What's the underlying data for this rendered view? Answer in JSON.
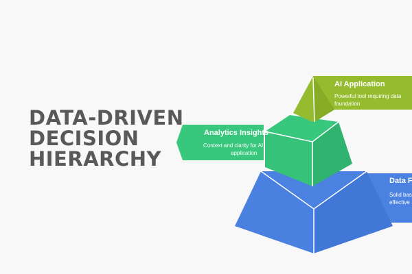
{
  "title": {
    "line1": "DATA-DRIVEN",
    "line2": "DECISION",
    "line3": "HIERARCHY"
  },
  "levels": {
    "top": {
      "name": "AI Application",
      "description_line1": "Powerful tool requiring data",
      "description_line2": "foundation"
    },
    "middle": {
      "name": "Analytics Insights",
      "description_line1": "Context and clarity for AI",
      "description_line2": "application"
    },
    "bottom": {
      "name": "Data F",
      "description_line1": "Solid bas",
      "description_line2": "effective"
    }
  },
  "colors": {
    "background": "#f8f8f8",
    "title_text": "#595959",
    "top": "#95bb2f",
    "middle": "#38c77c",
    "bottom": "#4b82e2"
  }
}
